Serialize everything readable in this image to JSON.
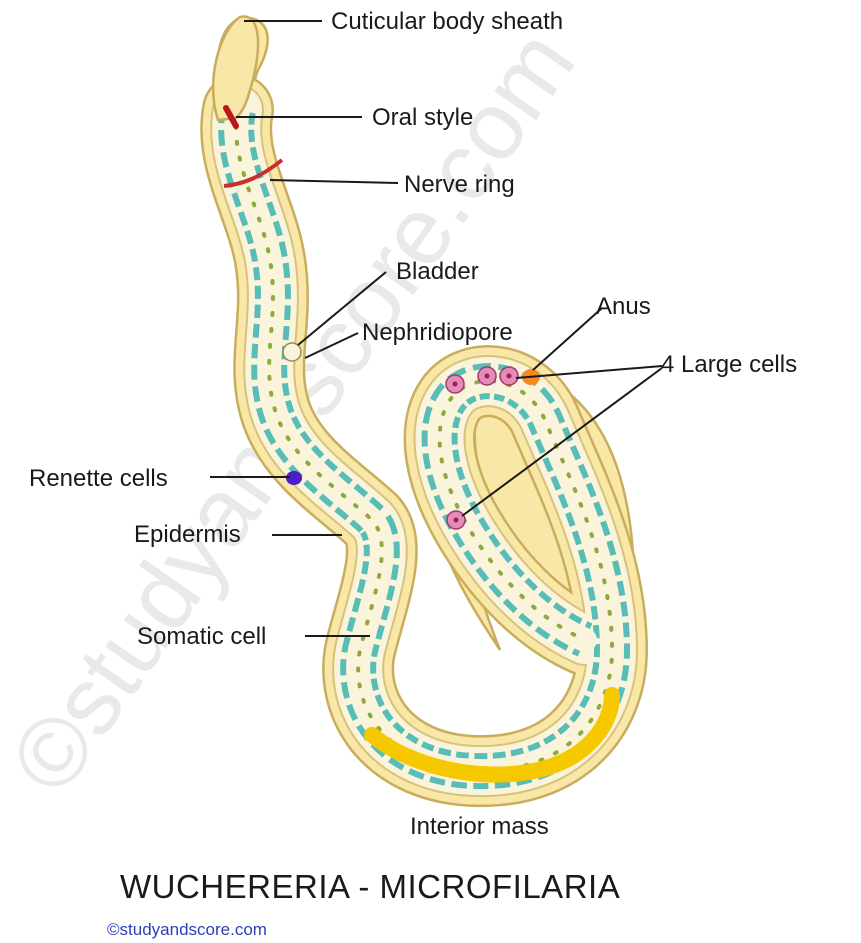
{
  "diagram": {
    "title": "WUCHERERIA - MICROFILARIA",
    "credit": "©studyandscore.com",
    "watermark": "©studyandscore.com",
    "labels": {
      "cuticular_body_sheath": "Cuticular body sheath",
      "oral_style": "Oral style",
      "nerve_ring": "Nerve ring",
      "bladder": "Bladder",
      "nephridiopore": "Nephridiopore",
      "anus": "Anus",
      "large_cells": "4 Large cells",
      "renette_cells": "Renette cells",
      "epidermis": "Epidermis",
      "somatic_cell": "Somatic cell",
      "interior_mass": "Interior mass"
    },
    "colors": {
      "sheath_fill": "#f8e7a6",
      "sheath_stroke": "#c9ad5c",
      "body_fill": "#fbf4dc",
      "somatic_cells": "#3bb3b0",
      "oral_style": "#c0161a",
      "nerve_ring": "#c8302a",
      "renette_cell": "#4a1fc9",
      "anus": "#f28a1e",
      "large_cells": "#e68ab8",
      "interior_mass": "#f5c800",
      "credit": "#2b3fb8"
    }
  }
}
